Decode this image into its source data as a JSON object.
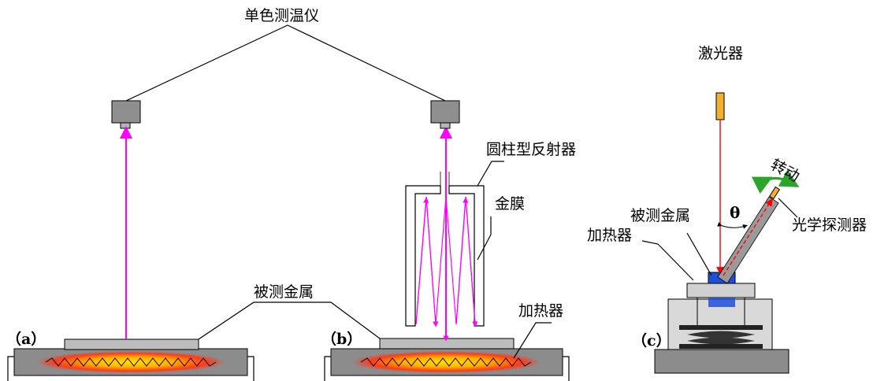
{
  "labels": {
    "pyrometer": "单色测温仪",
    "reflector": "圆柱型反射器",
    "gold_film": "金膜",
    "sample_metal": "被测金属",
    "heater_b": "加热器",
    "laser": "激光器",
    "rotate": "转动",
    "sample_metal_c": "被测金属",
    "heater_c": "加热器",
    "detector": "光学探测器",
    "theta": "θ"
  },
  "panels": {
    "a": "（a）",
    "b": "（b）",
    "c": "（c）"
  },
  "colors": {
    "beam": "#ff00ff",
    "laser_beam": "#ff0000",
    "gold_marker": "#f0b030",
    "heater_glow": "#ff3a1a",
    "heater_core": "#ffd000",
    "sample_blue": "#1e4fd8",
    "rotate_arrow": "#2aa52a"
  }
}
